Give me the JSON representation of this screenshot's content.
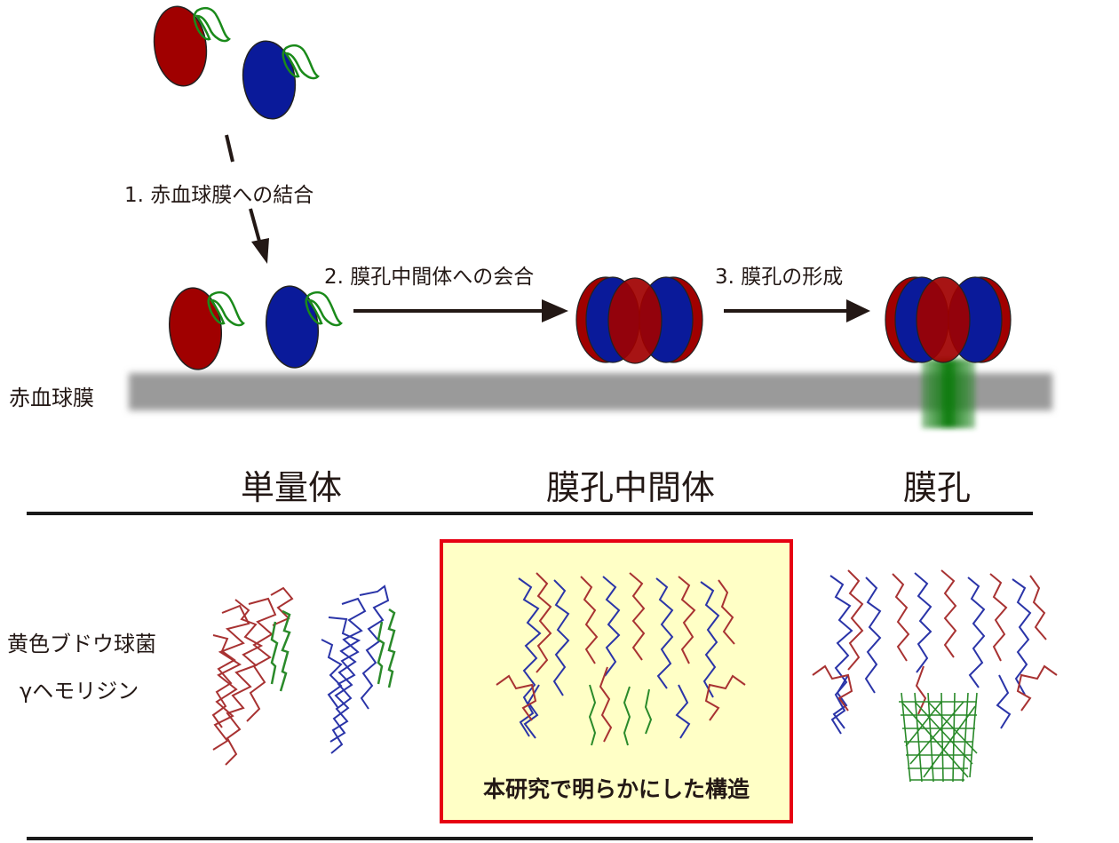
{
  "steps": {
    "step1": "1.  赤血球膜への結合",
    "step2": "2.  膜孔中間体への会合",
    "step3": "3.  膜孔の形成"
  },
  "membrane": {
    "label": "赤血球膜",
    "color": "#9a9a9a"
  },
  "stages": {
    "monomer": "単量体",
    "intermediate": "膜孔中間体",
    "pore": "膜孔"
  },
  "protein": {
    "name_line1": "黄色ブドウ球菌",
    "name_line2": "γヘモリジン"
  },
  "highlight": {
    "caption": "本研究で明らかにした構造",
    "background": "#ffffc6",
    "border": "#e60012"
  },
  "colors": {
    "red_subunit": "#a00000",
    "blue_subunit": "#0a1a9a",
    "green_domain": "#1a8a1a",
    "arrow": "#231815"
  }
}
